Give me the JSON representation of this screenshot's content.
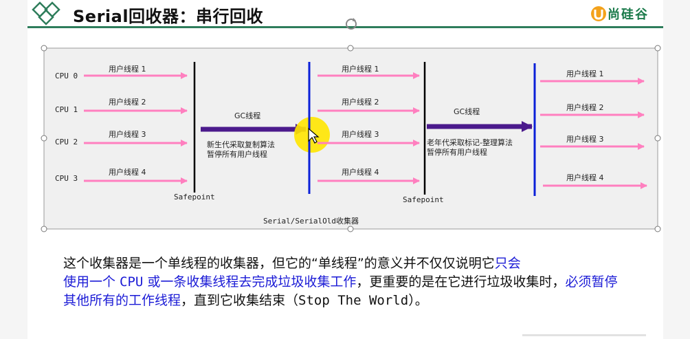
{
  "header": {
    "title": "Serial回收器：串行回收",
    "brand": "尚硅谷"
  },
  "diagram": {
    "caption": "Serial/SerialOld收集器",
    "left_cpus": [
      "CPU 0",
      "CPU 1",
      "CPU 2",
      "CPU 3"
    ],
    "user_thread_labels": [
      "用户线程 1",
      "用户线程 2",
      "用户线程 3",
      "用户线程 4"
    ],
    "gc_thread_label": "GC线程",
    "young_gc_note_line1": "新生代采取复制算法",
    "young_gc_note_line2": "暂停所有用户线程",
    "old_gc_note_line1": "老年代采取标记-整理算法",
    "old_gc_note_line2": "暂停所有用户线程",
    "safepoint_label": "Safepoint",
    "colors": {
      "user_arrow": "#ff7fbf",
      "gc_arrow": "#4b1a8c",
      "safepoint_bar": "#000000",
      "resume_bar": "#0a1fd8",
      "cursor_highlight": "#ffe600"
    }
  },
  "body": {
    "seg1": "这个收集器是一个单线程的收集器，但它的“单线程”的意义并不仅仅说明它",
    "seg2": "只会",
    "seg3": "使用一个 ",
    "seg4": "CPU",
    "seg5": " 或一条收集线程去完成垃圾收集工作",
    "seg6": "，更重要的是在它进行垃圾收集时，",
    "seg7": "必须暂停其他所有的工作线程",
    "seg8": "，直到它收集结束（",
    "seg9": "Stop The World",
    "seg10": "）。"
  }
}
